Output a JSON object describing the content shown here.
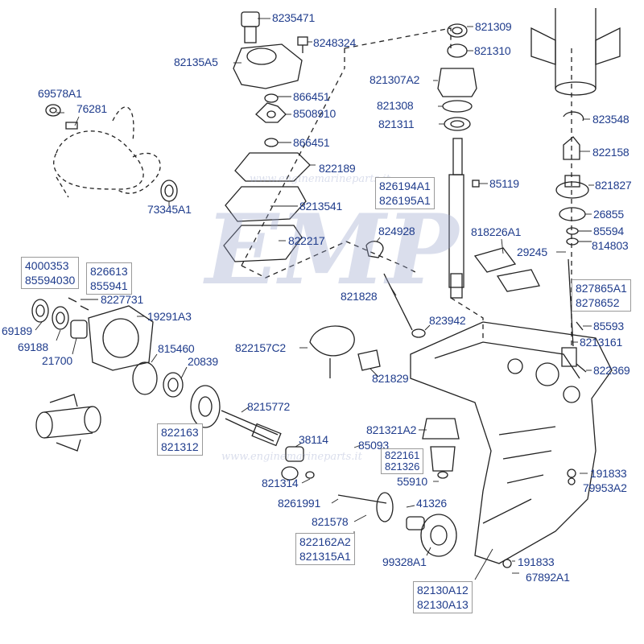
{
  "watermark": {
    "logo_text": "EMP",
    "site": "www.enginemarineparts.it"
  },
  "callouts": [
    {
      "id": "c1",
      "text": "8235471"
    },
    {
      "id": "c2",
      "text": "8248324"
    },
    {
      "id": "c3",
      "text": "82135A5"
    },
    {
      "id": "c4",
      "text": "866451"
    },
    {
      "id": "c5",
      "text": "8508910"
    },
    {
      "id": "c6",
      "text": "866451"
    },
    {
      "id": "c7",
      "text": "822189"
    },
    {
      "id": "c8",
      "text": "8213541"
    },
    {
      "id": "c9",
      "text": "822217"
    },
    {
      "id": "c10",
      "text": "69578A1"
    },
    {
      "id": "c11",
      "text": "76281"
    },
    {
      "id": "c12",
      "text": "73345A1"
    },
    {
      "id": "c13",
      "text": "821309"
    },
    {
      "id": "c14",
      "text": "821310"
    },
    {
      "id": "c15",
      "text": "821307A2"
    },
    {
      "id": "c16",
      "text": "821308"
    },
    {
      "id": "c17",
      "text": "821311"
    },
    {
      "id": "c18",
      "text": "85119"
    },
    {
      "id": "c19",
      "text": "823548"
    },
    {
      "id": "c20",
      "text": "822158"
    },
    {
      "id": "c21",
      "text": "821827"
    },
    {
      "id": "c22",
      "text": "26855"
    },
    {
      "id": "c23",
      "text": "85594"
    },
    {
      "id": "c24",
      "text": "814803"
    },
    {
      "id": "c25",
      "text": "29245"
    },
    {
      "id": "c26",
      "text": "818226A1"
    },
    {
      "id": "c27",
      "text": "824928"
    },
    {
      "id": "c28",
      "text": "821828"
    },
    {
      "id": "c29",
      "text": "823942"
    },
    {
      "id": "c30",
      "text": "822157C2"
    },
    {
      "id": "c31",
      "text": "821829"
    },
    {
      "id": "c32",
      "text": "85593"
    },
    {
      "id": "c33",
      "text": "8213161"
    },
    {
      "id": "c34",
      "text": "822369"
    },
    {
      "id": "c35",
      "text": "8227731"
    },
    {
      "id": "c36",
      "text": "19291A3"
    },
    {
      "id": "c37",
      "text": "69189"
    },
    {
      "id": "c38",
      "text": "69188"
    },
    {
      "id": "c39",
      "text": "21700"
    },
    {
      "id": "c40",
      "text": "815460"
    },
    {
      "id": "c41",
      "text": "20839"
    },
    {
      "id": "c42",
      "text": "8215772"
    },
    {
      "id": "c43",
      "text": "38114"
    },
    {
      "id": "c44",
      "text": "85093"
    },
    {
      "id": "c45",
      "text": "821321A2"
    },
    {
      "id": "c46",
      "text": "55910"
    },
    {
      "id": "c47",
      "text": "821314"
    },
    {
      "id": "c48",
      "text": "8261991"
    },
    {
      "id": "c49",
      "text": "41326"
    },
    {
      "id": "c50",
      "text": "821578"
    },
    {
      "id": "c51",
      "text": "99328A1"
    },
    {
      "id": "c52",
      "text": "191833"
    },
    {
      "id": "c53",
      "text": "79953A2"
    },
    {
      "id": "c54",
      "text": "191833"
    },
    {
      "id": "c55",
      "text": "67892A1"
    }
  ],
  "boxes": [
    {
      "id": "b1",
      "lines": [
        "4000353",
        "85594030"
      ]
    },
    {
      "id": "b2",
      "lines": [
        "826613",
        "855941"
      ]
    },
    {
      "id": "b3",
      "lines": [
        "826194A1",
        "826195A1"
      ]
    },
    {
      "id": "b4",
      "lines": [
        "827865A1",
        "8278652"
      ]
    },
    {
      "id": "b5",
      "lines": [
        "822163",
        "821312"
      ]
    },
    {
      "id": "b6",
      "lines": [
        "822161",
        "821326"
      ]
    },
    {
      "id": "b7",
      "lines": [
        "822162A2",
        "821315A1"
      ]
    },
    {
      "id": "b8",
      "lines": [
        "82130A12",
        "82130A13"
      ]
    }
  ]
}
